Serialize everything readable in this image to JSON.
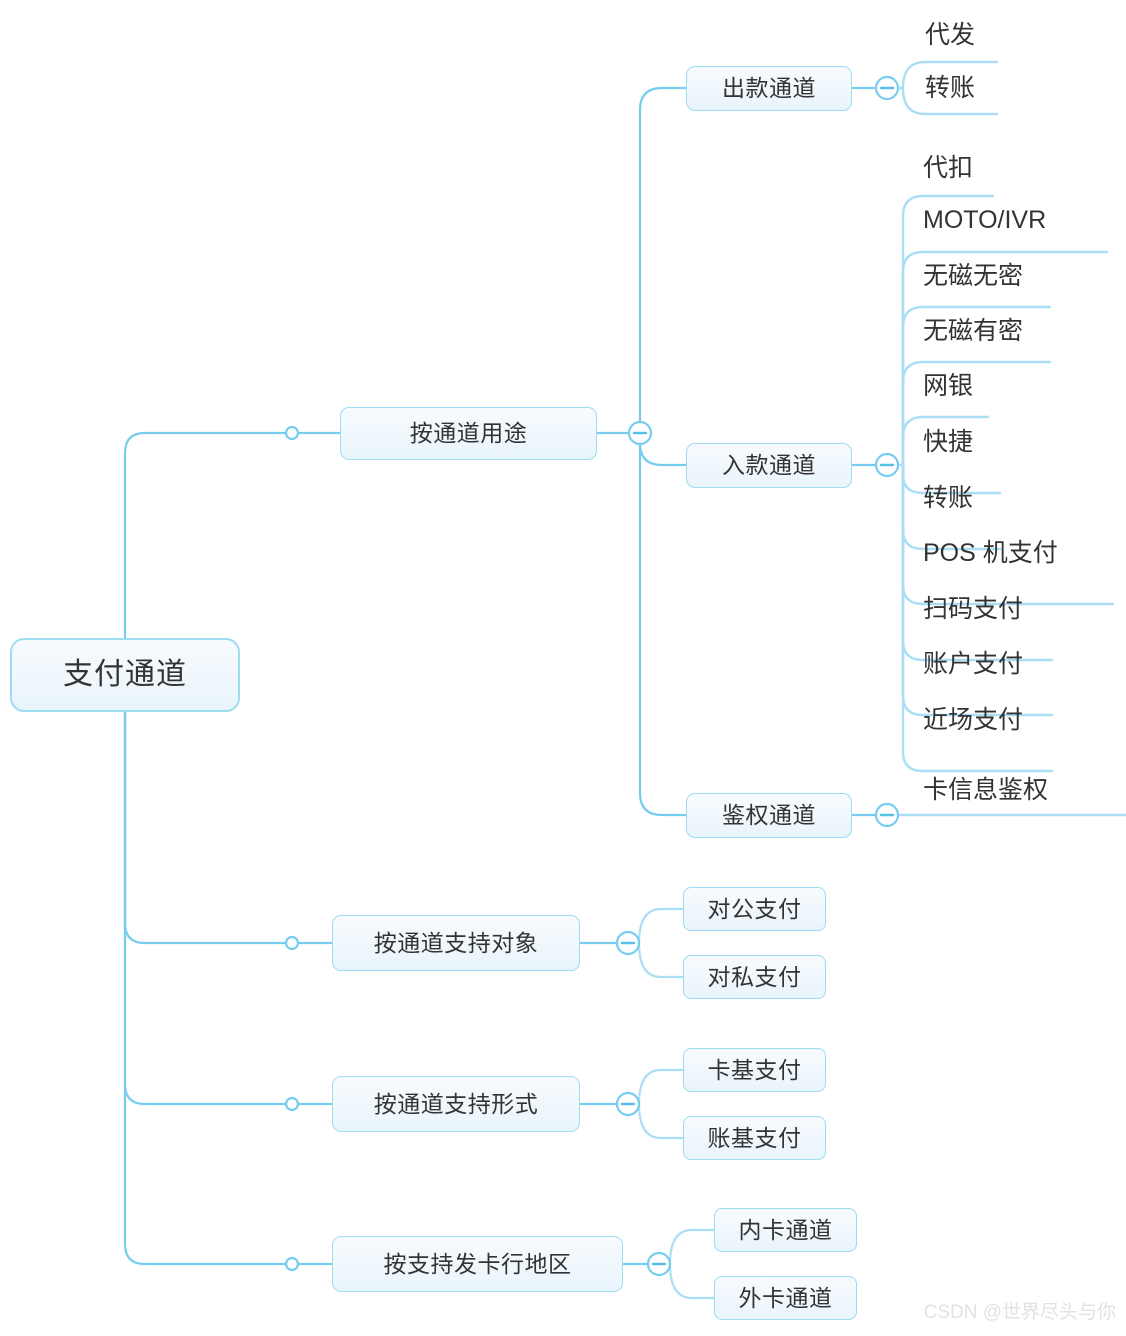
{
  "diagram": {
    "title": "支付通道",
    "type": "mindmap",
    "colors": {
      "line": "#77cdef",
      "line_light": "#aadef5",
      "node_border": "#9ddcf3",
      "node_fill_top": "#f7fbfe",
      "node_fill_bottom": "#e9f4fb",
      "text": "#333333",
      "watermark": "#e2e2e2"
    },
    "root": {
      "label": "支付通道"
    },
    "branches": [
      {
        "label": "按通道用途",
        "collapse_icon": "minus-circle-icon",
        "children": [
          {
            "label": "出款通道",
            "collapse_icon": "minus-circle-icon",
            "leaves": [
              "代发",
              "转账"
            ]
          },
          {
            "label": "入款通道",
            "collapse_icon": "minus-circle-icon",
            "leaves": [
              "代扣",
              "MOTO/IVR",
              "无磁无密",
              "无磁有密",
              "网银",
              "快捷",
              "转账",
              "POS 机支付",
              "扫码支付",
              "账户支付",
              "近场支付"
            ]
          },
          {
            "label": "鉴权通道",
            "collapse_icon": "minus-circle-icon",
            "leaves": [
              "卡信息鉴权"
            ]
          }
        ]
      },
      {
        "label": "按通道支持对象",
        "collapse_icon": "minus-circle-icon",
        "boxed_children": [
          "对公支付",
          "对私支付"
        ]
      },
      {
        "label": "按通道支持形式",
        "collapse_icon": "minus-circle-icon",
        "boxed_children": [
          "卡基支付",
          "账基支付"
        ]
      },
      {
        "label": "按支持发卡行地区",
        "collapse_icon": "minus-circle-icon",
        "boxed_children": [
          "内卡通道",
          "外卡通道"
        ]
      }
    ],
    "watermark": "CSDN @世界尽头与你"
  }
}
